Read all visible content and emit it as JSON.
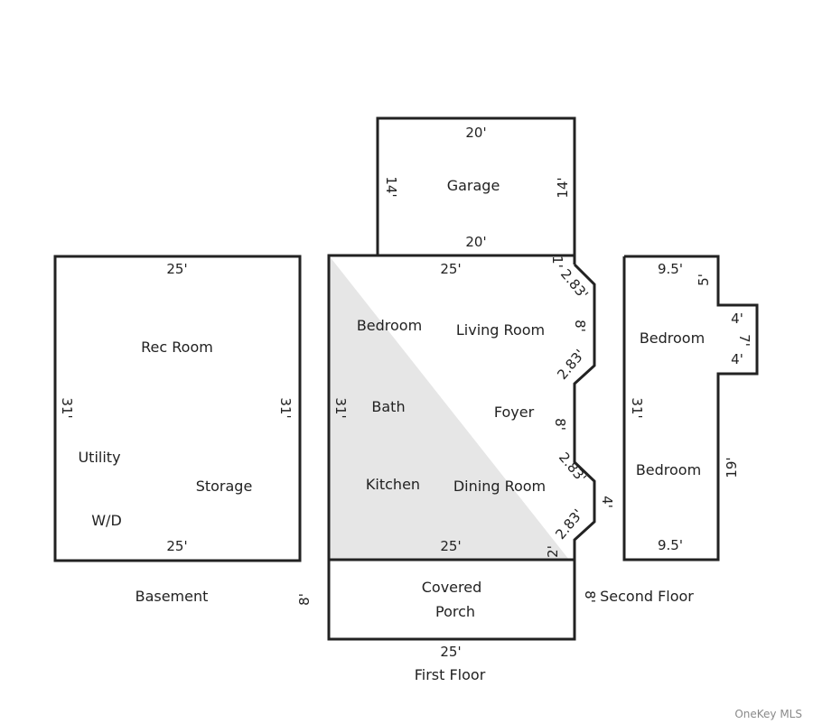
{
  "colors": {
    "wall": "#222222",
    "shaded": "#e6e6e6",
    "background": "#ffffff"
  },
  "garage": {
    "label": "Garage",
    "top": "20'",
    "bottom": "20'",
    "left": "14'",
    "right": "14'"
  },
  "basement": {
    "title": "Basement",
    "rooms": [
      "Rec Room",
      "Utility",
      "Storage",
      "W/D"
    ],
    "top": "25'",
    "bottom": "25'",
    "left": "31'",
    "right": "31'"
  },
  "first_floor": {
    "title": "First Floor",
    "rooms": [
      "Bedroom",
      "Living Room",
      "Bath",
      "Foyer",
      "Kitchen",
      "Dining Room"
    ],
    "top": "25'",
    "bottom": "25'",
    "left": "31'",
    "right_dims": [
      "1'",
      "2.83'",
      "8'",
      "2.83'",
      "8'",
      "2.83'",
      "4'",
      "2.83'",
      "2'"
    ]
  },
  "porch": {
    "label_line1": "Covered",
    "label_line2": "Porch",
    "bottom": "25'",
    "left": "8'",
    "right": "8'"
  },
  "second_floor": {
    "title": "Second Floor",
    "rooms": [
      "Bedroom",
      "Bedroom"
    ],
    "top": "9.5'",
    "bottom": "9.5'",
    "left": "31'",
    "right_top": "5'",
    "right_bottom": "19'",
    "bump_top": "4'",
    "bump_mid": "7'",
    "bump_bottom": "4'"
  },
  "watermark": "OneKey MLS"
}
